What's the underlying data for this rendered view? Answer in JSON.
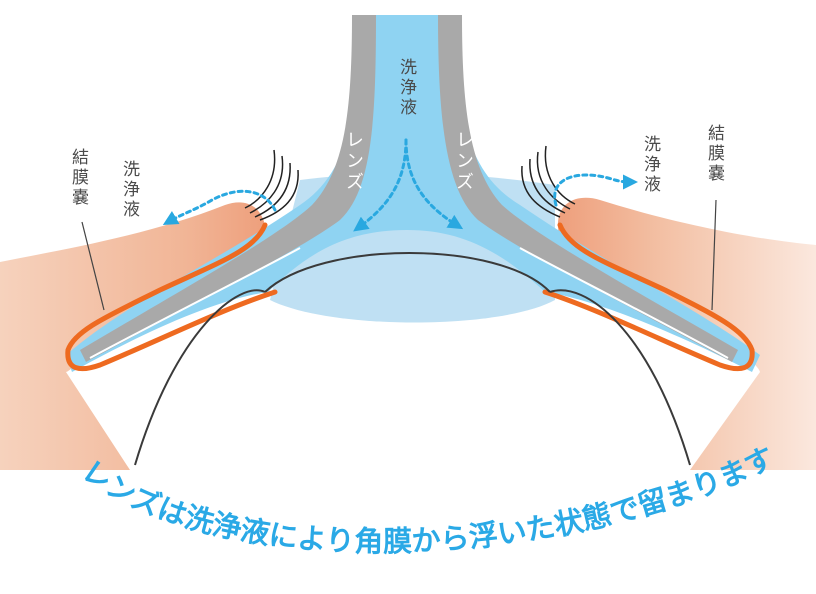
{
  "labels": {
    "cleaning_solution_center": "洗浄液",
    "cleaning_solution_left": "洗浄液",
    "cleaning_solution_right": "洗浄液",
    "conjunctival_sac_left": "結膜嚢",
    "conjunctival_sac_right": "結膜嚢",
    "lens_left": "レンズ",
    "lens_right": "レンズ"
  },
  "caption": "レンズは洗浄液により角膜から浮いた状態で留まります",
  "colors": {
    "solution_blue": "#8fd3f2",
    "lens_gray": "#a9a9a9",
    "cornea_pale": "#bfe0f3",
    "skin_peach": "#f3c0a4",
    "conjunctiva_orange": "#ee6a20",
    "arrow_cyan": "#29a8e0",
    "caption_cyan": "#2aa9e6",
    "text_gray": "#4a4a4a"
  }
}
